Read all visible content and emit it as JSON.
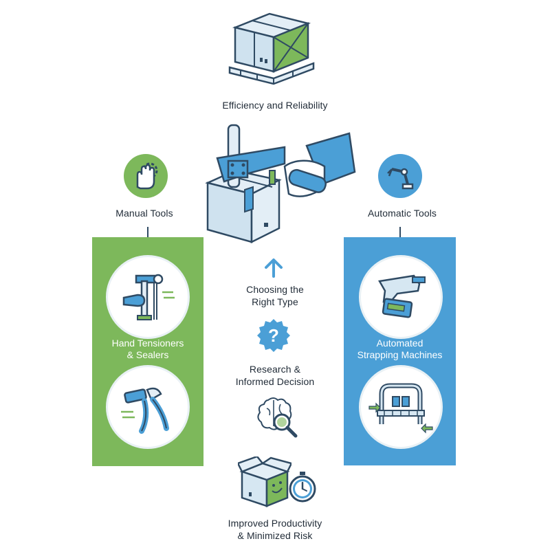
{
  "top": {
    "label": "Efficiency and Reliability"
  },
  "left_branch": {
    "title": "Manual Tools",
    "icon": "hand-gear-icon",
    "panel_text": [
      "Hand Tensioners",
      "& Sealers"
    ],
    "panel_color": "#7db85b"
  },
  "right_branch": {
    "title": "Automatic Tools",
    "icon": "robot-arm-icon",
    "panel_text": [
      "Automated",
      "Strapping Machines"
    ],
    "panel_color": "#4b9fd6"
  },
  "center": {
    "choosing": [
      "Choosing the",
      "Right Type"
    ],
    "research": [
      "Research &",
      "Informed Decision"
    ]
  },
  "bottom": {
    "label": [
      "Improved Productivity",
      "& Minimized Risk"
    ]
  },
  "colors": {
    "green": "#7db85b",
    "blue": "#4b9fd6",
    "navy": "#2f4a63",
    "light_blue_fill": "#d6e7f2"
  }
}
